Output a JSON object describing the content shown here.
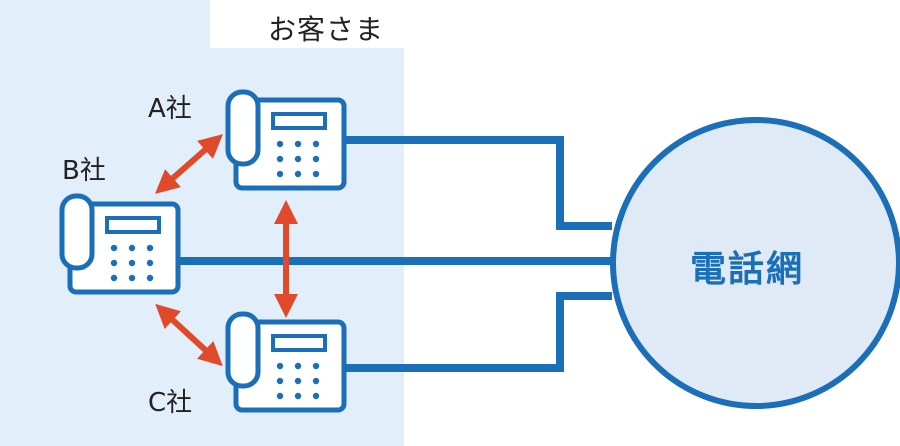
{
  "customer_label": "お客さま",
  "companies": {
    "a": "A社",
    "b": "B社",
    "c": "C社"
  },
  "network_label": "電話網",
  "colors": {
    "line_blue": "#1a6fb8",
    "arrow_red": "#e04a2b",
    "area_bg": "#e2eef9"
  }
}
